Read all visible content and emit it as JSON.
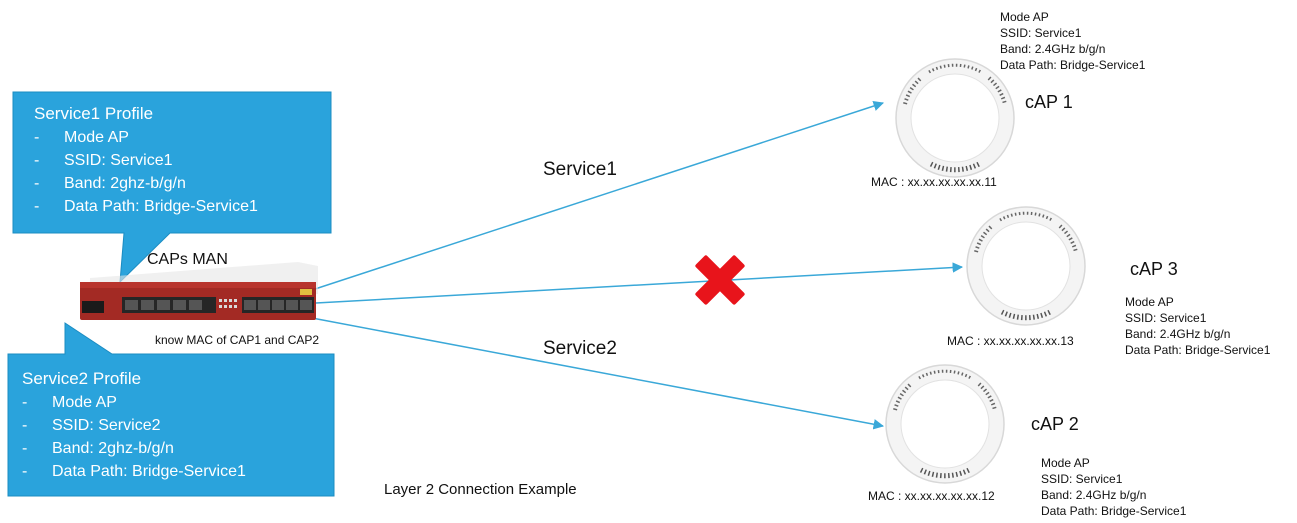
{
  "service1_profile": {
    "title": "Service1 Profile",
    "items": [
      "Mode AP",
      "SSID: Service1",
      "Band: 2ghz-b/g/n",
      "Data Path: Bridge-Service1"
    ]
  },
  "service2_profile": {
    "title": "Service2 Profile",
    "items": [
      "Mode AP",
      "SSID: Service2",
      "Band: 2ghz-b/g/n",
      "Data Path: Bridge-Service1"
    ]
  },
  "router": {
    "label": "CAPs MAN",
    "note": "know MAC of CAP1 and CAP2"
  },
  "links": {
    "service1": "Service1",
    "service2": "Service2"
  },
  "caps": {
    "cap1": {
      "label": "cAP 1",
      "mac": "MAC : xx.xx.xx.xx.xx.11",
      "info": [
        "Mode AP",
        "SSID: Service1",
        "Band: 2.4GHz b/g/n",
        "Data Path: Bridge-Service1"
      ]
    },
    "cap3": {
      "label": "cAP 3",
      "mac": "MAC : xx.xx.xx.xx.xx.13",
      "info": [
        "Mode AP",
        "SSID: Service1",
        "Band: 2.4GHz b/g/n",
        "Data Path: Bridge-Service1"
      ]
    },
    "cap2": {
      "label": "cAP 2",
      "mac": "MAC : xx.xx.xx.xx.xx.12",
      "info": [
        "Mode AP",
        "SSID: Service1",
        "Band: 2.4GHz b/g/n",
        "Data Path: Bridge-Service1"
      ]
    }
  },
  "caption": "Layer 2 Connection Example",
  "colors": {
    "callout": "#2aa3dc",
    "link": "#3aa8d8",
    "blocked": "#e8141b",
    "router": "#a32a24"
  }
}
